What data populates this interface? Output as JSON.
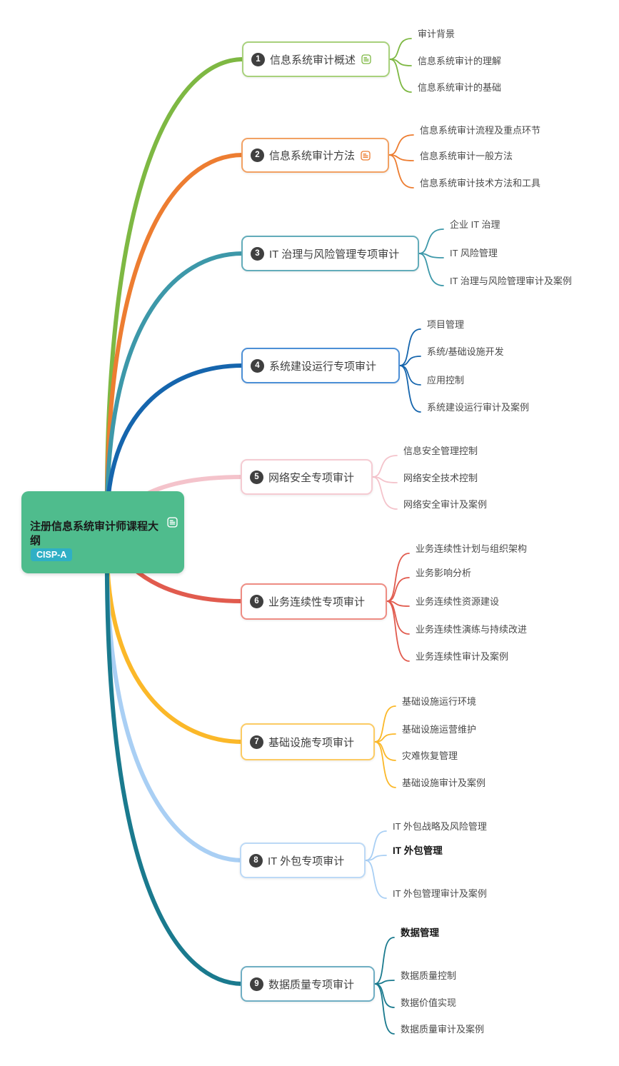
{
  "theme": {
    "background": "#ffffff",
    "number_badge_bg": "#3F3F3F",
    "topic_text": "#3F3F3F",
    "child_text": "#4A4A4A"
  },
  "root": {
    "title": "注册信息系统审计师课程大纲",
    "badge": "CISP-A",
    "bg": "#4FBC8D",
    "badge_bg": "#2FAFC5"
  },
  "branches": [
    {
      "num": "1",
      "label": "信息系统审计概述",
      "color": "#7EB843",
      "border": "#A8D17C",
      "has_note": true,
      "children": [
        {
          "label": "审计背景"
        },
        {
          "label": "信息系统审计的理解"
        },
        {
          "label": "信息系统审计的基础"
        }
      ]
    },
    {
      "num": "2",
      "label": "信息系统审计方法",
      "color": "#ED7D31",
      "border": "#F2A163",
      "has_note": true,
      "children": [
        {
          "label": "信息系统审计流程及重点环节"
        },
        {
          "label": "信息系统审计一般方法"
        },
        {
          "label": "信息系统审计技术方法和工具"
        }
      ]
    },
    {
      "num": "3",
      "label": "IT 治理与风险管理专项审计",
      "color": "#3D98A9",
      "border": "#62ACBA",
      "has_note": false,
      "children": [
        {
          "label": "企业 IT 治理"
        },
        {
          "label": "IT 风险管理"
        },
        {
          "label": "IT 治理与风险管理审计及案例"
        }
      ]
    },
    {
      "num": "4",
      "label": "系统建设运行专项审计",
      "color": "#1565AD",
      "border": "#4C8FD6",
      "has_note": false,
      "children": [
        {
          "label": "项目管理"
        },
        {
          "label": "系统/基础设施开发"
        },
        {
          "label": "应用控制"
        },
        {
          "label": "系统建设运行审计及案例"
        }
      ]
    },
    {
      "num": "5",
      "label": "网络安全专项审计",
      "color": "#F4C3CB",
      "border": "#F5CBD2",
      "has_note": false,
      "children": [
        {
          "label": "信息安全管理控制"
        },
        {
          "label": "网络安全技术控制"
        },
        {
          "label": "网络安全审计及案例"
        }
      ]
    },
    {
      "num": "6",
      "label": "业务连续性专项审计",
      "color": "#E15B4E",
      "border": "#EE8C83",
      "has_note": false,
      "children": [
        {
          "label": "业务连续性计划与组织架构"
        },
        {
          "label": "业务影响分析"
        },
        {
          "label": "业务连续性资源建设"
        },
        {
          "label": "业务连续性演练与持续改进"
        },
        {
          "label": "业务连续性审计及案例"
        }
      ]
    },
    {
      "num": "7",
      "label": "基础设施专项审计",
      "color": "#FBB829",
      "border": "#FCCB63",
      "has_note": false,
      "children": [
        {
          "label": "基础设施运行环境"
        },
        {
          "label": "基础设施运营维护"
        },
        {
          "label": "灾难恢复管理"
        },
        {
          "label": "基础设施审计及案例"
        }
      ]
    },
    {
      "num": "8",
      "label": "IT 外包专项审计",
      "color": "#A9CFF4",
      "border": "#BCD9F6",
      "has_note": false,
      "children": [
        {
          "label": "IT 外包战略及风险管理"
        },
        {
          "label": "IT 外包管理"
        },
        {
          "label": "IT 外包管理审计及案例"
        }
      ]
    },
    {
      "num": "9",
      "label": "数据质量专项审计",
      "color": "#1A7A8E",
      "border": "#6FAEC3",
      "has_note": false,
      "children": [
        {
          "label": "数据管理"
        },
        {
          "label": "数据质量控制"
        },
        {
          "label": "数据价值实现"
        },
        {
          "label": "数据质量审计及案例"
        }
      ]
    }
  ]
}
